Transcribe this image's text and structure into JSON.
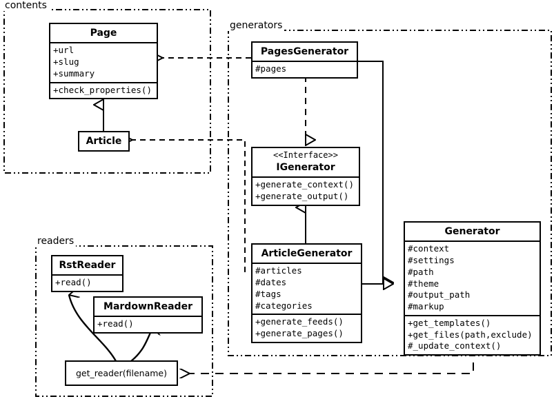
{
  "diagram": {
    "title": "Pelican architecture UML class diagram",
    "stroke_color": "#000000",
    "background_color": "#ffffff"
  },
  "packages": [
    {
      "id": "contents",
      "label": "contents"
    },
    {
      "id": "generators",
      "label": "generators"
    },
    {
      "id": "readers",
      "label": "readers"
    }
  ],
  "classes": {
    "page": {
      "name": "Page",
      "attributes": [
        "+url",
        "+slug",
        "+summary"
      ],
      "methods": [
        "+check_properties()"
      ]
    },
    "article": {
      "name": "Article",
      "attributes": [],
      "methods": []
    },
    "pages_generator": {
      "name": "PagesGenerator",
      "attributes": [
        "#pages"
      ],
      "methods": []
    },
    "igenerator": {
      "stereotype": "<<Interface>>",
      "name": "IGenerator",
      "attributes": [],
      "methods": [
        "+generate_context()",
        "+generate_output()"
      ]
    },
    "article_generator": {
      "name": "ArticleGenerator",
      "attributes": [
        "#articles",
        "#dates",
        "#tags",
        "#categories"
      ],
      "methods": [
        "+generate_feeds()",
        "+generate_pages()"
      ]
    },
    "generator": {
      "name": "Generator",
      "attributes": [
        "#context",
        "#settings",
        "#path",
        "#theme",
        "#output_path",
        "#markup"
      ],
      "methods": [
        "+get_templates()",
        "+get_files(path,exclude)",
        "#_update_context()"
      ]
    },
    "rst_reader": {
      "name": "RstReader",
      "attributes": [],
      "methods": [
        "+read()"
      ]
    },
    "mardown_reader": {
      "name": "MardownReader",
      "attributes": [],
      "methods": [
        "+read()"
      ]
    }
  },
  "functions": {
    "get_reader": {
      "label": "get_reader(filename)"
    }
  },
  "relationships": [
    {
      "name": "article-inherits-page",
      "type": "generalization",
      "from": "Article",
      "to": "Page"
    },
    {
      "name": "pagesgenerator-realizes-igenerator",
      "type": "realization",
      "from": "PagesGenerator",
      "to": "IGenerator"
    },
    {
      "name": "articlegenerator-realizes-igenerator",
      "type": "generalization",
      "from": "ArticleGenerator",
      "to": "IGenerator"
    },
    {
      "name": "pagesgenerator-inherits-generator",
      "type": "generalization",
      "from": "PagesGenerator",
      "to": "Generator"
    },
    {
      "name": "articlegenerator-inherits-generator",
      "type": "generalization",
      "from": "ArticleGenerator",
      "to": "Generator"
    },
    {
      "name": "pagesgenerator-uses-page",
      "type": "dependency",
      "from": "PagesGenerator",
      "to": "Page"
    },
    {
      "name": "articlegenerator-uses-article",
      "type": "dependency",
      "from": "ArticleGenerator",
      "to": "Article"
    },
    {
      "name": "generator-uses-get-reader",
      "type": "dependency",
      "from": "Generator",
      "to": "get_reader(filename)"
    },
    {
      "name": "get-reader-creates-rstreader",
      "type": "creates",
      "from": "get_reader(filename)",
      "to": "RstReader"
    },
    {
      "name": "get-reader-creates-mardownreader",
      "type": "creates",
      "from": "get_reader(filename)",
      "to": "MardownReader"
    }
  ]
}
